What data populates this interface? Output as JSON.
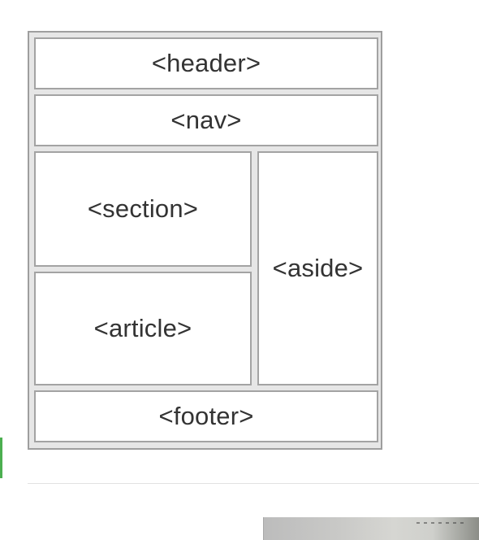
{
  "diagram": {
    "header": "<header>",
    "nav": "<nav>",
    "section": "<section>",
    "article": "<article>",
    "aside": "<aside>",
    "footer": "<footer>"
  },
  "colors": {
    "frame_background": "#e6e6e6",
    "frame_border": "#9e9e9e",
    "box_background": "#ffffff",
    "box_border": "#a3a3a3",
    "text": "#333333",
    "accent": "#4caf50"
  }
}
